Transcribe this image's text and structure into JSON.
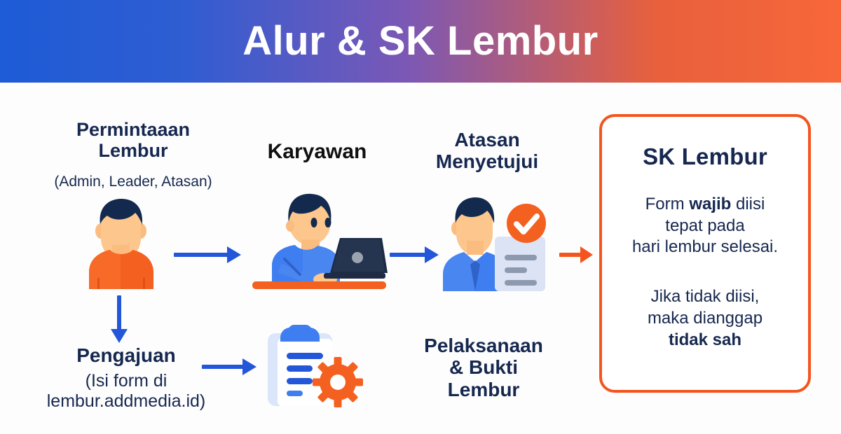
{
  "header": {
    "title": "Alur & SK Lembur",
    "gradient_from": "#1e5bd6",
    "gradient_to": "#f7673a"
  },
  "colors": {
    "navy": "#16284f",
    "blue_arrow": "#2356d8",
    "orange_arrow": "#f4541d",
    "orange_accent": "#f4541d",
    "shirt_blue": "#3f7ef0",
    "skin": "#fbbd7f",
    "box_border": "#f4541d",
    "background": "#ffffff"
  },
  "flow": {
    "nodes": [
      {
        "id": "permintaan",
        "title_line1": "Permintaaan",
        "title_line2": "Lembur",
        "subtitle": "(Admin, Leader, Atasan)",
        "icon": "person-avatar-icon"
      },
      {
        "id": "karyawan",
        "title_line1": "Karyawan",
        "icon": "person-at-laptop-icon"
      },
      {
        "id": "atasan",
        "title_line1": "Atasan",
        "title_line2": "Menyetujui",
        "icon": "supervisor-approval-icon"
      },
      {
        "id": "pengajuan",
        "title_line1": "Pengajuan",
        "subtitle_line1": "(Isi form di",
        "subtitle_line2": "lembur.addmedia.id)",
        "icon": "clipboard-gear-icon"
      },
      {
        "id": "pelaksanaan",
        "title_line1": "Pelaksanaan",
        "title_line2": "& Bukti",
        "title_line3": "Lembur"
      }
    ],
    "arrows": [
      {
        "id": "permintaan-to-karyawan",
        "direction": "right",
        "color": "#2356d8"
      },
      {
        "id": "karyawan-to-atasan",
        "direction": "right",
        "color": "#2356d8"
      },
      {
        "id": "permintaan-to-pengajuan",
        "direction": "down",
        "color": "#2356d8"
      },
      {
        "id": "pengajuan-to-clipboard",
        "direction": "right",
        "color": "#2356d8"
      },
      {
        "id": "atasan-to-sk",
        "direction": "right",
        "color": "#f4541d"
      }
    ]
  },
  "sk_panel": {
    "heading": "SK Lembur",
    "para1_pre": "Form ",
    "para1_bold": "wajib",
    "para1_post": " diisi",
    "para1_line2": "tepat pada",
    "para1_line3": "hari lembur selesai.",
    "para2_line1": "Jika tidak diisi,",
    "para2_line2": "maka dianggap",
    "para2_bold": "tidak sah"
  }
}
